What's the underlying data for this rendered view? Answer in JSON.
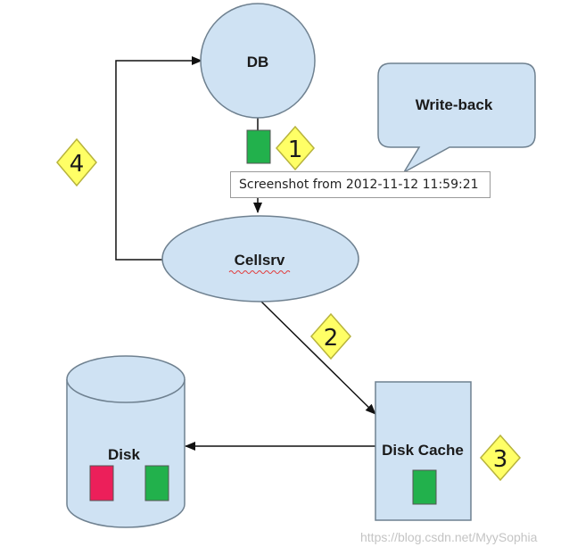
{
  "nodes": {
    "db": "DB",
    "write_back": "Write-back",
    "cellsrv": "Cellsrv",
    "disk": "Disk",
    "disk_cache": "Disk Cache"
  },
  "steps": [
    "1",
    "2",
    "3",
    "4"
  ],
  "tooltip": "Screenshot from 2012-11-12 11:59:21",
  "watermark": "https://blog.csdn.net/MyySophia",
  "colors": {
    "shape_fill": "#cfe2f3",
    "shape_stroke": "#6f8190",
    "badge_fill": "#ffff66",
    "badge_stroke": "#b7b33c",
    "block_green": "#22b14c",
    "block_red": "#ec1f5a"
  }
}
